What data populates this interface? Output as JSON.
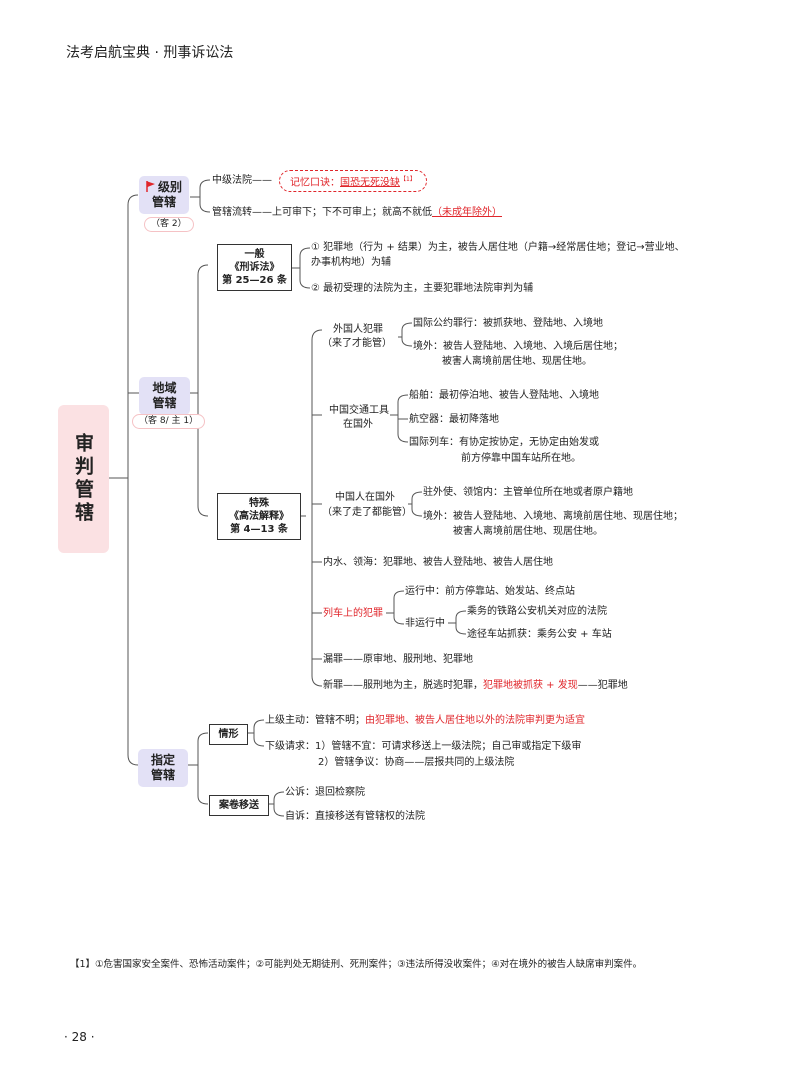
{
  "header": {
    "title": "法考启航宝典 · 刑事诉讼法"
  },
  "root": {
    "label": "审判管辖"
  },
  "level_jurisdiction": {
    "label_1": "级别",
    "label_2": "管辖",
    "caption": "（客 2）",
    "item1": "中级法院——",
    "memo_prefix": "记忆口诀：",
    "memo_key": "国恐无死没缺",
    "memo_note": "【1】",
    "item2": "管辖流转——上可审下；下不可审上；就高不就低",
    "item2_red": "（未成年除外）"
  },
  "territorial": {
    "label_1": "地域",
    "label_2": "管辖",
    "caption": "（客 8/ 主 1）",
    "general": {
      "label_1": "一般",
      "label_2": "《刑诉法》",
      "label_3": "第 25—26 条",
      "rule1_line1": "① 犯罪地（行为 + 结果）为主，被告人居住地（户籍→经常居住地；登记→营业地、",
      "rule1_line2": "办事机构地）为辅",
      "rule2": "② 最初受理的法院为主，主要犯罪地法院审判为辅"
    },
    "special": {
      "label_1": "特殊",
      "label_2": "《高法解释》",
      "label_3": "第 4—13 条",
      "foreigner_1": "外国人犯罪",
      "foreigner_2": "（来了才能管）",
      "foreigner_a": "国际公约罪行：被抓获地、登陆地、入境地",
      "foreigner_b1": "境外：被告人登陆地、入境地、入境后居住地；",
      "foreigner_b2": "被害人离境前居住地、现居住地。",
      "transport_1": "中国交通工具",
      "transport_2": "在国外",
      "ship": "船舶：最初停泊地、被告人登陆地、入境地",
      "aircraft": "航空器：最初降落地",
      "train_1": "国际列车：有协定按协定，无协定由始发或",
      "train_2": "前方停靠中国车站所在地。",
      "chinese_1": "中国人在国外",
      "chinese_2": "（来了走了都能管）",
      "chinese_a": "驻外使、领馆内：主管单位所在地或者原户籍地",
      "chinese_b1": "境外：被告人登陆地、入境地、离境前居住地、现居住地；",
      "chinese_b2": "被害人离境前居住地、现居住地。",
      "waters": "内水、领海：犯罪地、被告人登陆地、被告人居住地",
      "train_crime": "列车上的犯罪",
      "running": "运行中：前方停靠站、始发站、终点站",
      "not_running": "非运行中",
      "not_running_a": "乘务的铁路公安机关对应的法院",
      "not_running_b": "途径车站抓获：乘务公安 + 车站",
      "missed": "漏罪——原审地、服刑地、犯罪地",
      "new_crime_1": "新罪——服刑地为主，脱逃时犯罪，",
      "new_crime_red": "犯罪地被抓获 + 发现",
      "new_crime_2": "——犯罪地"
    }
  },
  "designated": {
    "label_1": "指定",
    "label_2": "管辖",
    "situation": "情形",
    "upper_1": "上级主动：管辖不明；",
    "upper_red": "由犯罪地、被告人居住地以外的法院审判更为适宜",
    "lower_1": "下级请求：1）管辖不宜：可请求移送上一级法院；自己审或指定下级审",
    "lower_2": "2）管辖争议：协商——层报共同的上级法院",
    "transfer": "案卷移送",
    "public": "公诉：退回检察院",
    "private": "自诉：直接移送有管辖权的法院"
  },
  "footnote": "【1】①危害国家安全案件、恐怖活动案件；②可能判处无期徒刑、死刑案件；③违法所得没收案件；④对在境外的被告人缺席审判案件。",
  "page_number": "· 28 ·",
  "colors": {
    "accent_red": "#e0262b",
    "root_bg": "#fbe1e3",
    "node_bg": "#e3e1f6"
  },
  "icons": {
    "flag": "red-flag-icon"
  }
}
